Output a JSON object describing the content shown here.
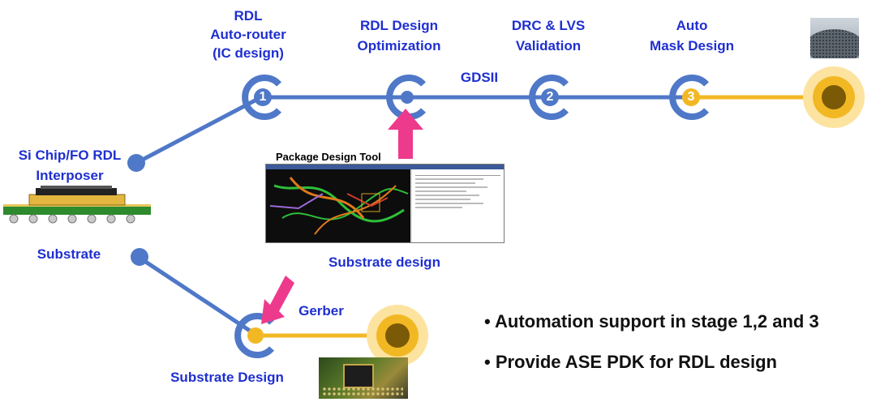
{
  "stages": {
    "rdl_auto_router": [
      "RDL",
      "Auto-router",
      "(IC design)"
    ],
    "rdl_design_optimization": [
      "RDL Design",
      "Optimization"
    ],
    "drc_lvs_validation": [
      "DRC & LVS",
      "Validation"
    ],
    "auto_mask_design": [
      "Auto",
      "Mask Design"
    ]
  },
  "nodes": {
    "node1": "1",
    "node2": "2",
    "node3": "3"
  },
  "labels": {
    "gdsii": "GDSII",
    "si_chip": [
      "Si Chip/FO RDL",
      "Interposer"
    ],
    "substrate": "Substrate",
    "package_design_tool": "Package Design Tool",
    "substrate_design_caption": "Substrate design",
    "gerber": "Gerber",
    "substrate_design_node": "Substrate Design"
  },
  "bullets": [
    "• Automation support in stage 1,2 and 3",
    "• Provide ASE PDK for RDL design"
  ],
  "colors": {
    "track_blue": "#4f78c8",
    "track_yellow": "#f2b824",
    "label_blue": "#1f2fd0",
    "arrow_pink": "#ee3a8c"
  }
}
